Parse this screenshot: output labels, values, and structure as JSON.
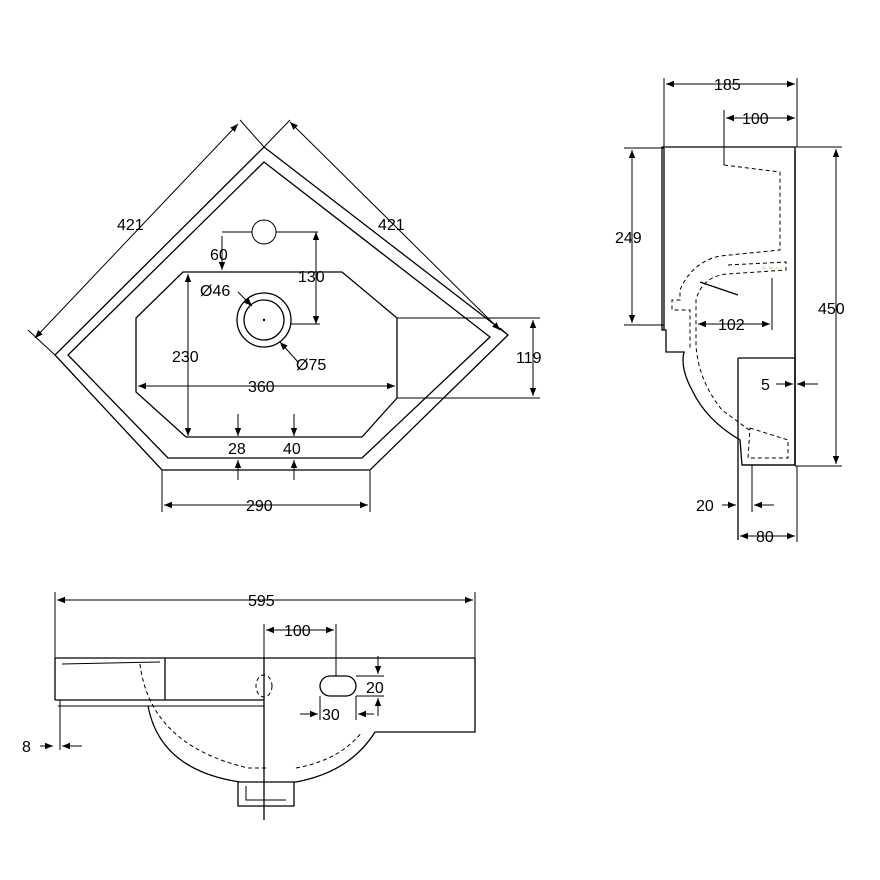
{
  "plan_view": {
    "edge_left_label": "421",
    "edge_right_label": "421",
    "tap_offset_label": "60",
    "tap_to_waste_label": "130",
    "waste_diameter_label": "Ø46",
    "waste_outer_label": "Ø75",
    "bowl_depth_label": "230",
    "bowl_width_label": "360",
    "side_depth_label": "119",
    "front_rim_left_label": "28",
    "front_rim_right_label": "40",
    "front_width_label": "290"
  },
  "side_view": {
    "top_width_label": "185",
    "bowl_width_label": "100",
    "upper_height_label": "249",
    "total_height_label": "450",
    "inner_offset_label": "102",
    "wall_label": "5",
    "foot_label": "20",
    "base_width_label": "80"
  },
  "front_view": {
    "overall_width_label": "595",
    "tap_offset_label": "100",
    "overflow_height_label": "20",
    "overflow_width_label": "30",
    "edge_label": "8"
  },
  "colors": {
    "line": "#000000",
    "background": "#ffffff",
    "hidden_highlight": "#cccc55"
  }
}
